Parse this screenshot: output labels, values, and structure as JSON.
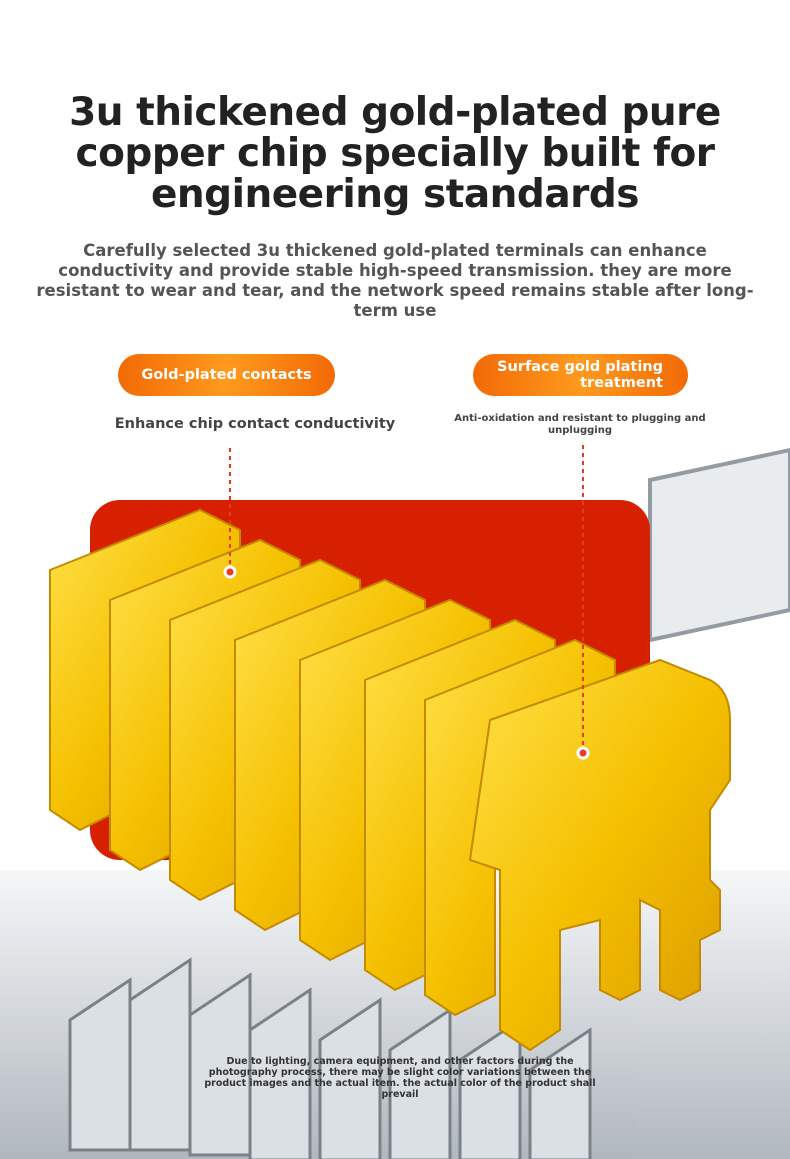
{
  "title": "3u thickened gold-plated pure copper chip specially built for engineering standards",
  "subtitle": "Carefully selected 3u thickened gold-plated terminals can enhance conductivity and provide stable high-speed transmission. they are more resistant to wear and tear, and the network speed remains stable after long-term use",
  "callouts": [
    {
      "label": "Gold-plated contacts",
      "caption": "Enhance chip contact conductivity"
    },
    {
      "label": "Surface gold plating treatment",
      "caption": "Anti-oxidation and resistant to plugging and unplugging"
    }
  ],
  "disclaimer": "Due to lighting, camera equipment, and other factors during the photography process, there may be slight color variations between the product images and the actual item. the actual color of the product shall prevail",
  "colors": {
    "accent": "#f57a0c",
    "gold": "#f5c400",
    "marker": "#e53b2a"
  }
}
